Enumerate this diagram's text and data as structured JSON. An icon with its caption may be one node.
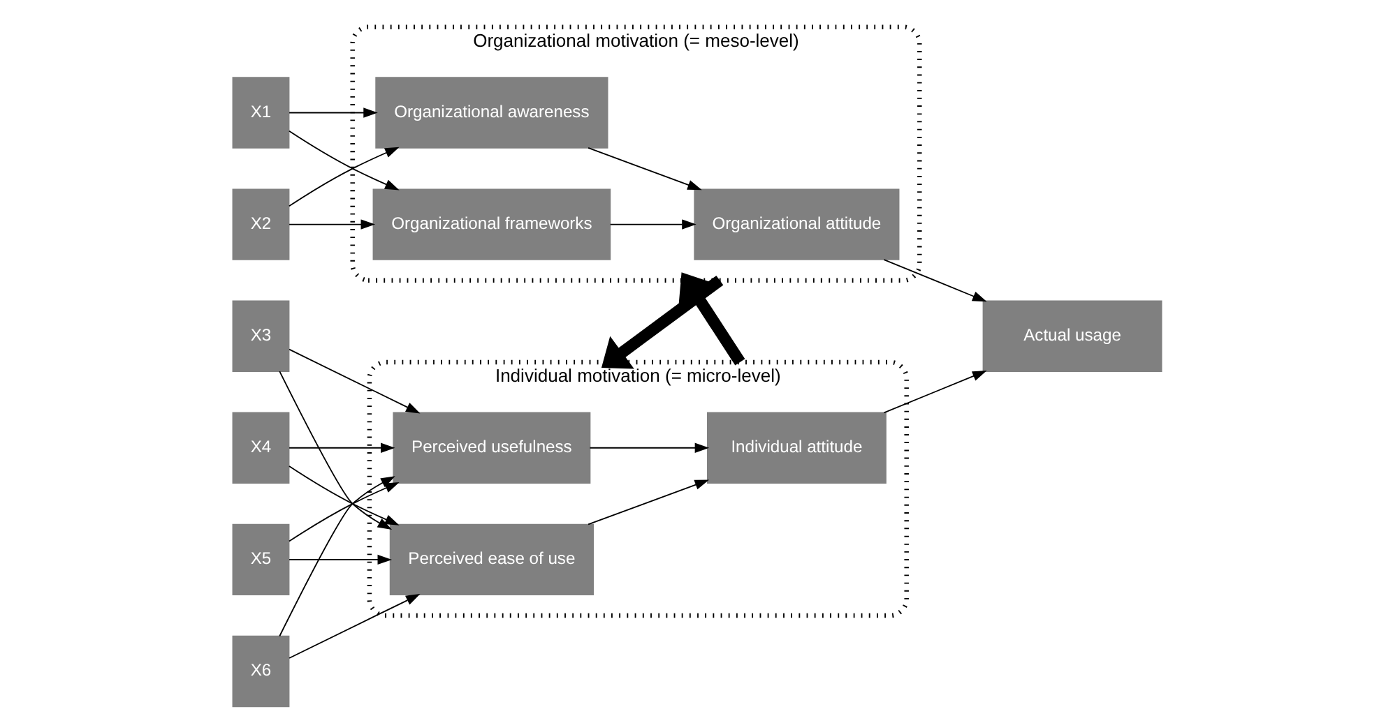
{
  "diagram": {
    "nodes": [
      {
        "text": [
          "X1"
        ]
      },
      {
        "text": [
          "X2"
        ]
      },
      {
        "text": [
          "X3"
        ]
      },
      {
        "text": [
          "X4"
        ]
      },
      {
        "text": [
          "X5"
        ]
      },
      {
        "text": [
          "X6"
        ]
      },
      {
        "text": [
          "Organizational motivation (= meso-level)"
        ]
      },
      {
        "text": [
          "Organizational awareness"
        ],
        "in": 6
      },
      {
        "text": [
          "Organizational frameworks"
        ],
        "in": 6
      },
      {
        "text": [
          "Organizational attitude"
        ],
        "in": 6
      },
      {
        "text": [
          "Individual motivation (= micro-level)"
        ]
      },
      {
        "text": [
          "Perceived usefulness"
        ],
        "in": 10
      },
      {
        "text": [
          "Perceived ease of use"
        ],
        "in": 10
      },
      {
        "text": [
          "Individual attitude"
        ],
        "in": 10
      },
      {
        "text": [
          "Actual usage"
        ]
      }
    ],
    "edges": [
      {
        "from": 0,
        "to": 7,
        "arrow": "to"
      },
      {
        "from": 0,
        "to": 8,
        "arrow": "to"
      },
      {
        "from": 1,
        "to": 7,
        "arrow": "to"
      },
      {
        "from": 1,
        "to": 8,
        "arrow": "to"
      },
      {
        "from": 2,
        "to": 11,
        "arrow": "to"
      },
      {
        "from": 2,
        "to": 12,
        "arrow": "to"
      },
      {
        "from": 3,
        "to": 11,
        "arrow": "to"
      },
      {
        "from": 3,
        "to": 12,
        "arrow": "to"
      },
      {
        "from": 4,
        "to": 11,
        "arrow": "to"
      },
      {
        "from": 4,
        "to": 12,
        "arrow": "to"
      },
      {
        "from": 5,
        "to": 11,
        "arrow": "to"
      },
      {
        "from": 5,
        "to": 12,
        "arrow": "to"
      },
      {
        "from": 7,
        "to": 9,
        "arrow": "to"
      },
      {
        "from": 8,
        "to": 9,
        "arrow": "to"
      },
      {
        "from": 11,
        "to": 13,
        "arrow": "to"
      },
      {
        "from": 12,
        "to": 13,
        "arrow": "to"
      },
      {
        "from": 9,
        "to": 14,
        "arrow": "to"
      },
      {
        "from": 13,
        "to": 14,
        "arrow": "to"
      },
      {
        "from": 6,
        "to": 10,
        "arrow": "to",
        "style": "thick"
      },
      {
        "from": 10,
        "to": 6,
        "arrow": "to",
        "style": "thick"
      }
    ]
  }
}
